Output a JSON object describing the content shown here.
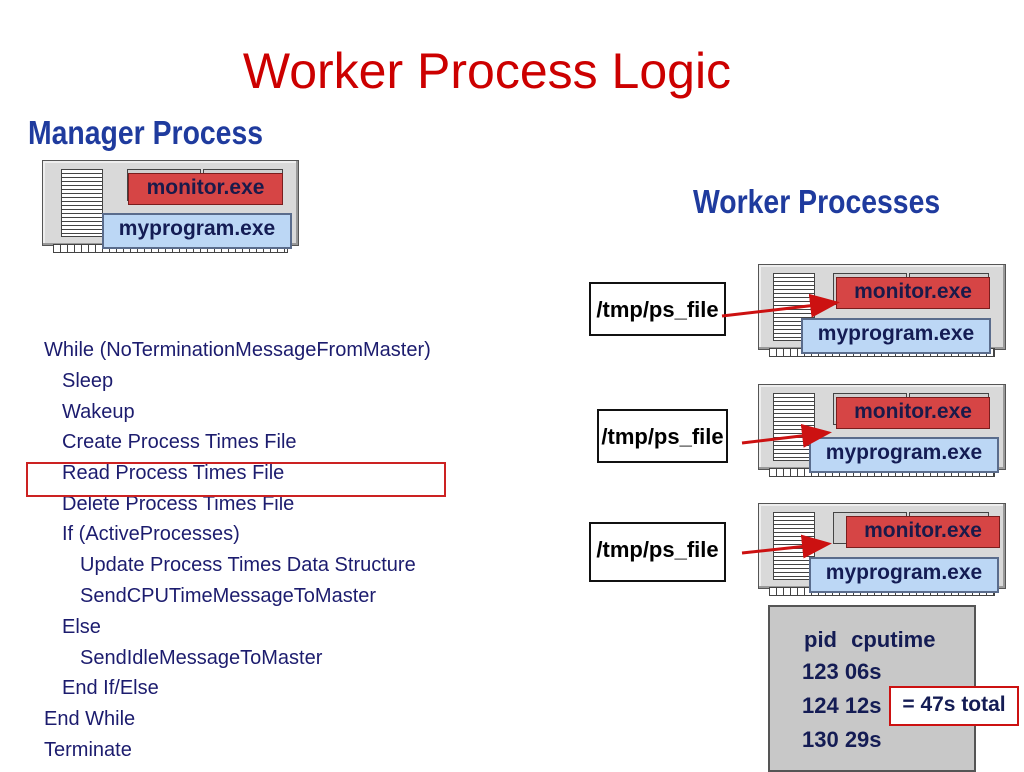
{
  "title": "Worker Process Logic",
  "manager_heading": "Manager Process",
  "workers_heading": "Worker Processes",
  "labels": {
    "monitor": "monitor.exe",
    "program": "myprogram.exe",
    "ps_file": "/tmp/ps_file"
  },
  "pseudocode": [
    "While (NoTerminationMessageFromMaster)",
    "Sleep",
    "Wakeup",
    "Create Process Times File",
    "Read Process Times File",
    "Delete Process Times File",
    "If (ActiveProcesses)",
    "Update Process Times Data Structure",
    "SendCPUTimeMessageToMaster",
    "Else",
    "SendIdleMessageToMaster",
    "End If/Else",
    "End While",
    "Terminate"
  ],
  "ps_table": {
    "header_pid": "pid",
    "header_cputime": "cputime",
    "rows": [
      "123 06s",
      "124 12s",
      "130 29s"
    ]
  },
  "total": "= 47s total",
  "colors": {
    "title": "#cc0000",
    "heading": "#1f3b9e",
    "monitor_fill": "#d64545",
    "program_fill": "#bcd7f5",
    "arrow": "#cc1111"
  }
}
